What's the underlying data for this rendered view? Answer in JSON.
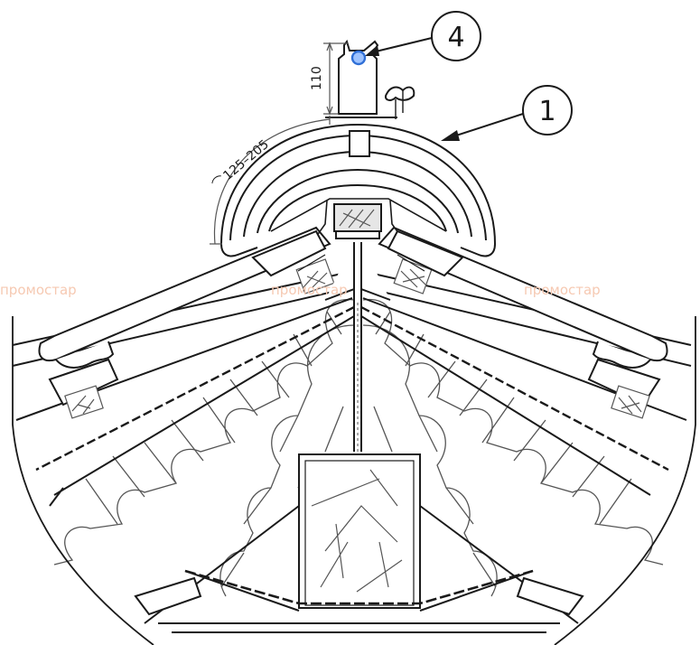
{
  "drawing": {
    "callouts": [
      {
        "id": "callout-4",
        "label": "4"
      },
      {
        "id": "callout-1",
        "label": "1"
      }
    ],
    "dimensions": {
      "height_label": "110",
      "arc_label": "125–205"
    },
    "watermark": "промостар",
    "colors": {
      "line": "#1a1a1a",
      "fine": "#555555",
      "clip": "#2f6fd6",
      "watermark": "#f6c9b2",
      "ridge_fill": "#e6e6e6"
    }
  }
}
